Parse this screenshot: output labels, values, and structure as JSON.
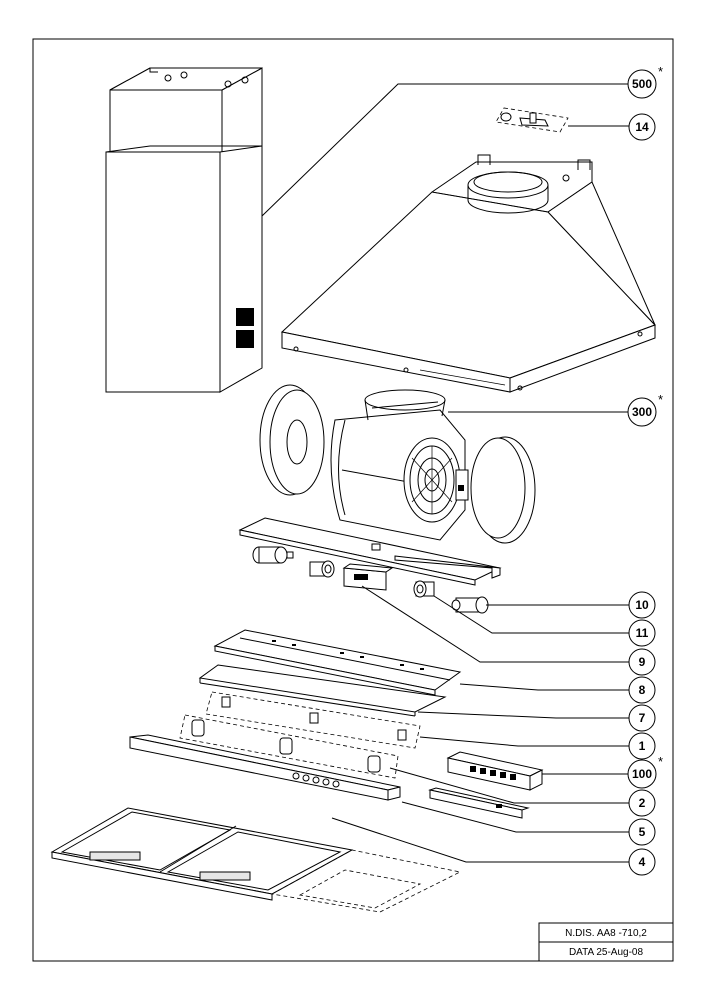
{
  "callouts": [
    {
      "id": "c500",
      "label": "500",
      "star": "*"
    },
    {
      "id": "c14",
      "label": "14",
      "star": ""
    },
    {
      "id": "c300",
      "label": "300",
      "star": "*"
    },
    {
      "id": "c10",
      "label": "10",
      "star": ""
    },
    {
      "id": "c11",
      "label": "11",
      "star": ""
    },
    {
      "id": "c9",
      "label": "9",
      "star": ""
    },
    {
      "id": "c8",
      "label": "8",
      "star": ""
    },
    {
      "id": "c7",
      "label": "7",
      "star": ""
    },
    {
      "id": "c1",
      "label": "1",
      "star": ""
    },
    {
      "id": "c100",
      "label": "100",
      "star": "*"
    },
    {
      "id": "c2",
      "label": "2",
      "star": ""
    },
    {
      "id": "c5",
      "label": "5",
      "star": ""
    },
    {
      "id": "c4",
      "label": "4",
      "star": ""
    }
  ],
  "title_block": {
    "drawing_number": "N.DIS.  AA8 -710,2",
    "date": "DATA  25-Aug-08"
  }
}
